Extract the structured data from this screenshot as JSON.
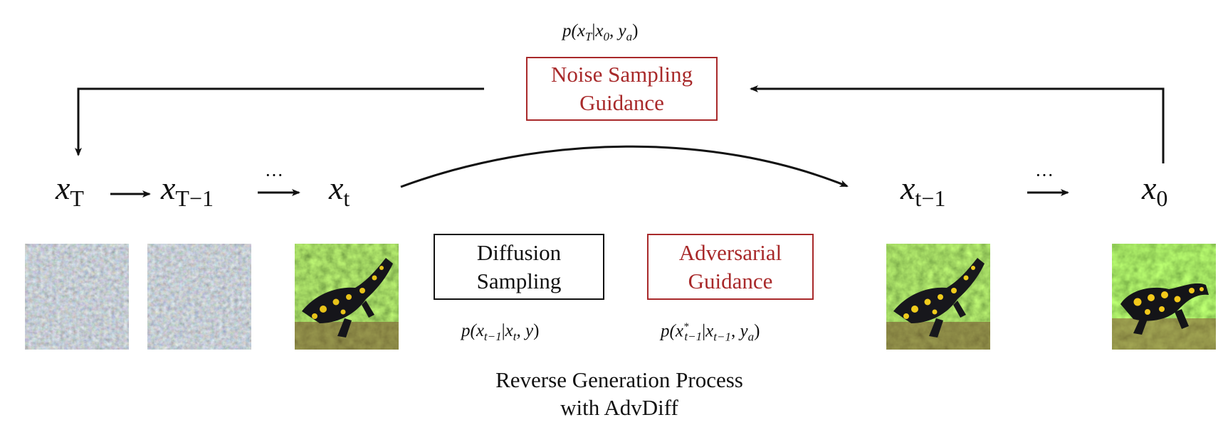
{
  "title_formula": "p(x_T|x_0, y_a)",
  "noise_box": {
    "line1": "Noise Sampling",
    "line2": "Guidance",
    "color": "#a8292a"
  },
  "diffusion_box": {
    "line1": "Diffusion",
    "line2": "Sampling",
    "color": "#111111"
  },
  "adversarial_box": {
    "line1": "Adversarial",
    "line2": "Guidance",
    "color": "#a8292a"
  },
  "formula_diffusion": "p(x_{t-1}|x_t, y)",
  "formula_adversarial": "p(x*_{t-1}|x_{t-1}, y_a)",
  "states": {
    "xT": {
      "base": "x",
      "sub": "T"
    },
    "xT1": {
      "base": "x",
      "sub": "T−1"
    },
    "xt": {
      "base": "x",
      "sub": "t"
    },
    "xt1": {
      "base": "x",
      "sub": "t−1"
    },
    "x0": {
      "base": "x",
      "sub": "0"
    }
  },
  "caption": {
    "line1": "Reverse Generation Process",
    "line2": "with AdvDiff"
  },
  "images": [
    {
      "name": "noise-image-xT",
      "kind": "noise"
    },
    {
      "name": "noise-image-xT-1",
      "kind": "noise"
    },
    {
      "name": "salamander-image-xt",
      "kind": "salamander-faint"
    },
    {
      "name": "salamander-image-xt-1",
      "kind": "salamander"
    },
    {
      "name": "salamander-image-x0",
      "kind": "salamander-bright"
    }
  ]
}
